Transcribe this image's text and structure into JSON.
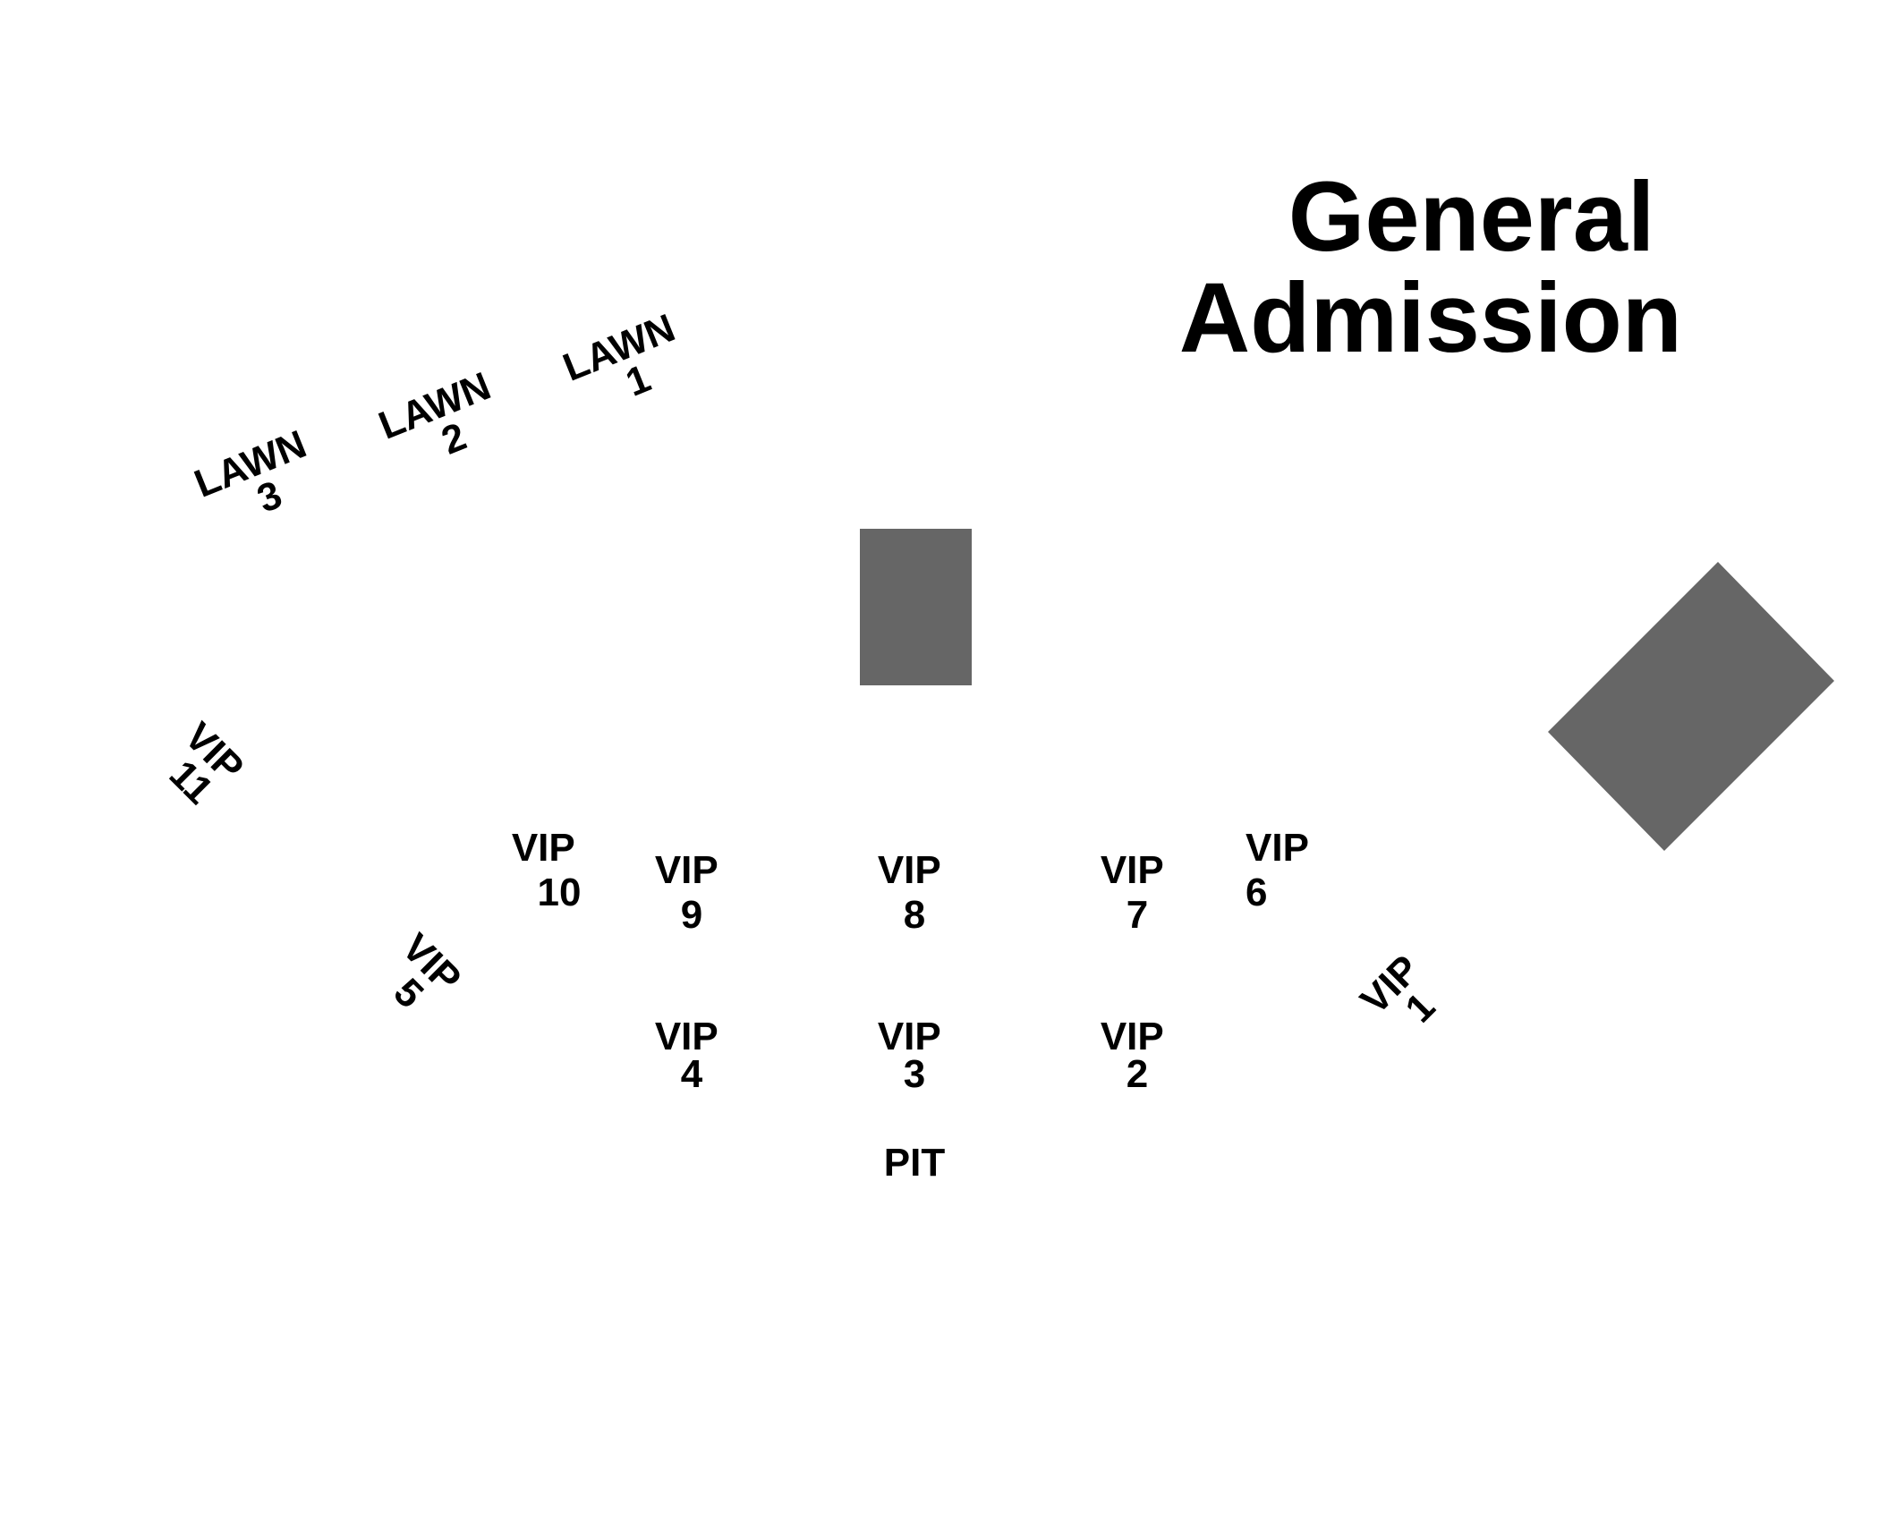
{
  "map": {
    "background": "#ffffff",
    "block_color": "#666666",
    "label_color": "#000000",
    "title": {
      "line1": "General",
      "line2": "Admission"
    },
    "sections": {
      "lawn1": {
        "line1": "LAWN",
        "line2": "1"
      },
      "lawn2": {
        "line1": "LAWN",
        "line2": "2"
      },
      "lawn3": {
        "line1": "LAWN",
        "line2": "3"
      },
      "vip1": {
        "line1": "VIP",
        "line2": "1"
      },
      "vip2": {
        "line1": "VIP",
        "line2": "2"
      },
      "vip3": {
        "line1": "VIP",
        "line2": "3"
      },
      "vip4": {
        "line1": "VIP",
        "line2": "4"
      },
      "vip5": {
        "line1": "VIP",
        "line2": "5"
      },
      "vip6": {
        "line1": "VIP",
        "line2": "6"
      },
      "vip7": {
        "line1": "VIP",
        "line2": "7"
      },
      "vip8": {
        "line1": "VIP",
        "line2": "8"
      },
      "vip9": {
        "line1": "VIP",
        "line2": "9"
      },
      "vip10": {
        "line1": "VIP",
        "line2": "10"
      },
      "vip11": {
        "line1": "VIP",
        "line2": "11"
      },
      "pit": {
        "line1": "PIT"
      }
    }
  }
}
